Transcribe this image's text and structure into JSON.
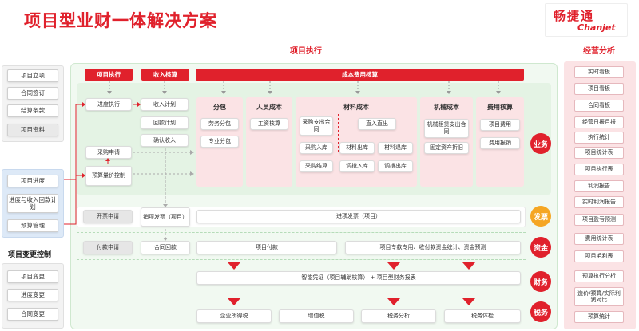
{
  "title": "项目型业财一体解决方案",
  "logo": {
    "cn": "畅捷通",
    "en": "Chanjet"
  },
  "sections": {
    "execution": "项目执行",
    "analysis": "经营分析",
    "change_control": "项目变更控制"
  },
  "left_top": [
    "项目立项",
    "合同签订",
    "结算条款",
    "项目资料"
  ],
  "left_mid": [
    "项目进度",
    "进度与收入回款计划",
    "预算管理"
  ],
  "left_bottom": [
    "项目变更",
    "进度变更",
    "合同变更"
  ],
  "headers": {
    "exec": "项目执行",
    "income": "收入核算",
    "cost": "成本费用核算"
  },
  "exec_col": {
    "progress": "进度执行",
    "purchase_apply": "采购申请",
    "budget_control": "预算量价控制"
  },
  "income_col": [
    "收入计划",
    "回款计划",
    "确认收入"
  ],
  "cost": {
    "subcontract": {
      "title": "分包",
      "items": [
        "劳务分包",
        "专业分包"
      ]
    },
    "personnel": {
      "title": "人员成本",
      "items": [
        "工资核算"
      ]
    },
    "material": {
      "title": "材料成本",
      "items": [
        "采购支出合同",
        "直入直出",
        "采购入库",
        "材料出库",
        "材料退库",
        "采购结算",
        "调拨入库",
        "调拨出库"
      ]
    },
    "machinery": {
      "title": "机械成本",
      "items": [
        "机械租赁支出合同",
        "固定资产折旧"
      ]
    },
    "expense": {
      "title": "费用核算",
      "items": [
        "项目费用",
        "费用报销"
      ]
    }
  },
  "circles": {
    "business": "业务",
    "invoice": "发票",
    "fund": "资金",
    "finance": "财务",
    "tax": "税务"
  },
  "invoice_row": {
    "apply": "开票申请",
    "sales": "销项发票（项目）",
    "input": "进项发票（项目）"
  },
  "fund_row": {
    "apply": "付款申请",
    "collect": "合同回款",
    "pay": "项目付款",
    "stats": "项目专款专用、收付款资金统计、资金预测"
  },
  "finance_row": {
    "voucher": "智能凭证（项目辅助核算）  + 项目型财务报表"
  },
  "tax_row": [
    "企业所得税",
    "增值税",
    "税务分析",
    "税务体检"
  ],
  "analysis_items": [
    "实时看板",
    "项目看板",
    "合同看板",
    "经营日报月报",
    "执行统计",
    "项目统计表",
    "项目执行表",
    "利润报告",
    "实时利润报告",
    "项目盈亏预测",
    "费用统计表",
    "项目毛利表",
    "预算执行分析",
    "造价/预算/实际利润对比",
    "预算统计"
  ],
  "colors": {
    "accent": "#e0212c",
    "panel_pink": "#fbe3e5",
    "panel_green": "#ecf7ec",
    "circle_orange": "#f5a623",
    "circle_red": "#e0212c",
    "left_blue": "#dde9f7"
  }
}
